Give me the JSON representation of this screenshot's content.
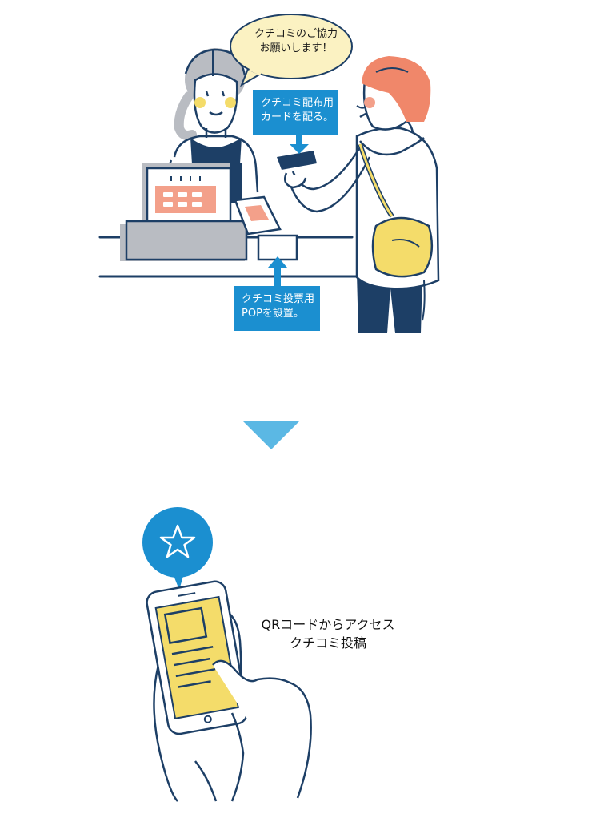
{
  "speech_bubble": {
    "line1": "クチコミのご協力",
    "line2": "お願いします！"
  },
  "card_label": {
    "line1": "クチコミ配布用",
    "line2": "カードを配る。"
  },
  "pop_label": {
    "line1": "クチコミ投票用",
    "line2": "POPを設置。"
  },
  "caption": {
    "line1": "QRコードからアクセス",
    "line2": "クチコミ投稿"
  },
  "colors": {
    "accent_blue": "#1b8fd0",
    "arrow_blue": "#5bb8e4",
    "ink": "#1d3f66",
    "yellow": "#f4dc6a",
    "salmon": "#f3a08a",
    "hair_orange": "#f0876a",
    "gray": "#b9bcc2"
  }
}
